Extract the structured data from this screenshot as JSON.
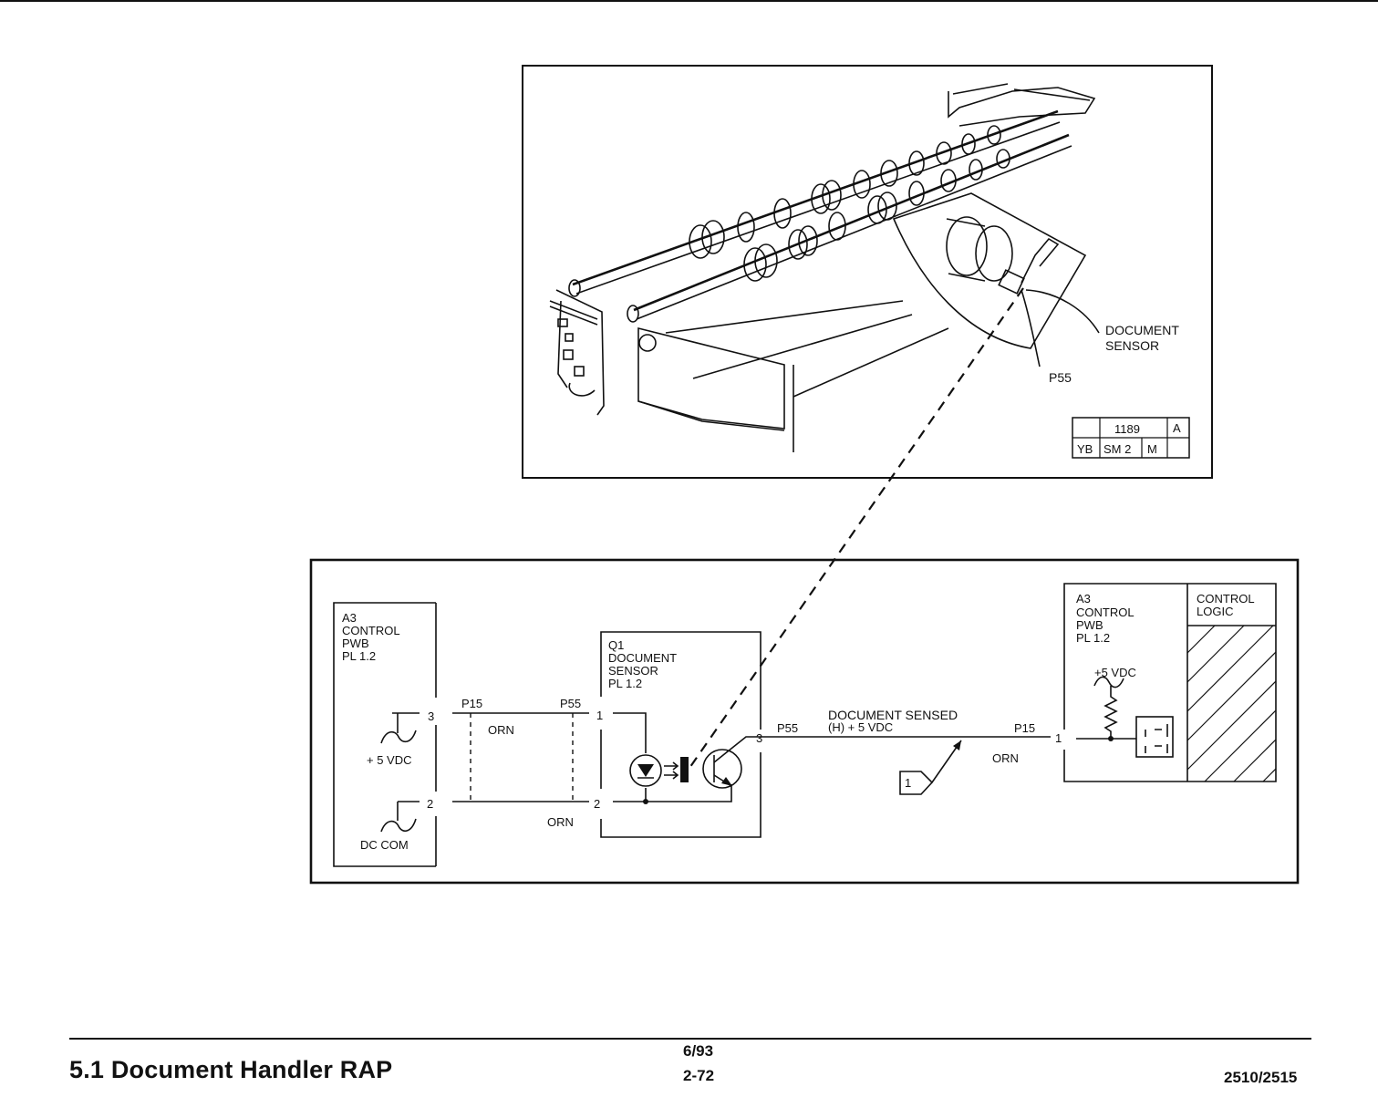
{
  "illustration": {
    "callout_sensor_line1": "DOCUMENT",
    "callout_sensor_line2": "SENSOR",
    "callout_connector": "P55",
    "ref_box": {
      "number": "1189",
      "rev": "A",
      "c1": "YB",
      "c2": "SM 2",
      "c3": "M"
    }
  },
  "schematic": {
    "left_block": {
      "l1": "A3",
      "l2": "CONTROL",
      "l3": "PWB",
      "l4": "PL 1.2",
      "supply": "+ 5 VDC",
      "ground": "DC COM",
      "pin_top": "3",
      "pin_bottom": "2"
    },
    "wires_left": {
      "conn_a": "P15",
      "conn_b": "P55",
      "color_top": "ORN",
      "color_bottom": "ORN"
    },
    "sensor_block": {
      "l1": "Q1",
      "l2": "DOCUMENT",
      "l3": "SENSOR",
      "l4": "PL 1.2",
      "pin1": "1",
      "pin2": "2",
      "pin3": "3"
    },
    "signal": {
      "conn_a": "P55",
      "label_line1": "DOCUMENT SENSED",
      "label_line2": "(H) + 5 VDC",
      "conn_b": "P15",
      "color": "ORN",
      "pin_right": "1",
      "flag": "1"
    },
    "right_block": {
      "l1": "A3",
      "l2": "CONTROL",
      "l3": "PWB",
      "l4": "PL 1.2",
      "supply": "+5 VDC",
      "logic_l1": "CONTROL",
      "logic_l2": "LOGIC"
    }
  },
  "footer": {
    "title": "5.1 Document Handler RAP",
    "date": "6/93",
    "page": "2-72",
    "model": "2510/2515"
  }
}
